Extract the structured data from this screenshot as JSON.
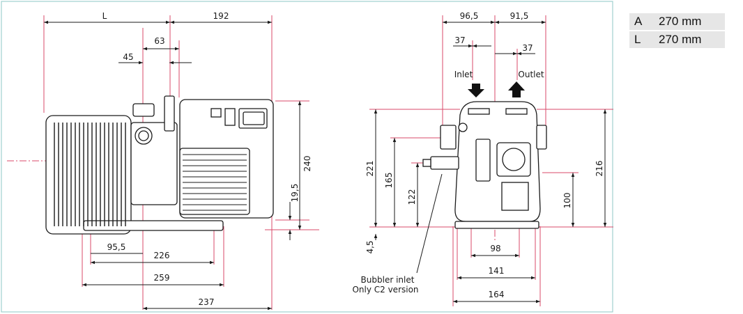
{
  "front_view": {
    "dimensions": {
      "L": "L",
      "d192": "192",
      "d63": "63",
      "d45": "45",
      "d240": "240",
      "d19_5": "19,5",
      "d95_5": "95,5",
      "d226": "226",
      "d259": "259",
      "d237": "237"
    }
  },
  "side_view": {
    "dimensions": {
      "d96_5": "96,5",
      "d91_5": "91,5",
      "d37_left": "37",
      "d37_right": "37",
      "d221": "221",
      "d165": "165",
      "d122": "122",
      "d216": "216",
      "d100": "100",
      "d4_5": "4,5",
      "d98": "98",
      "d141": "141",
      "d164": "164"
    },
    "labels": {
      "inlet": "Inlet",
      "outlet": "Outlet",
      "bubbler_line1": "Bubbler inlet",
      "bubbler_line2": "Only C2 version"
    }
  },
  "spec_table": {
    "rows": [
      {
        "key": "A",
        "value": "270 mm"
      },
      {
        "key": "L",
        "value": "270 mm"
      }
    ]
  },
  "colors": {
    "frame": "#9fd0cf",
    "red_line": "#d94a6a",
    "black_line": "#1a1a1a",
    "table_cell": "#e6e6e6"
  }
}
